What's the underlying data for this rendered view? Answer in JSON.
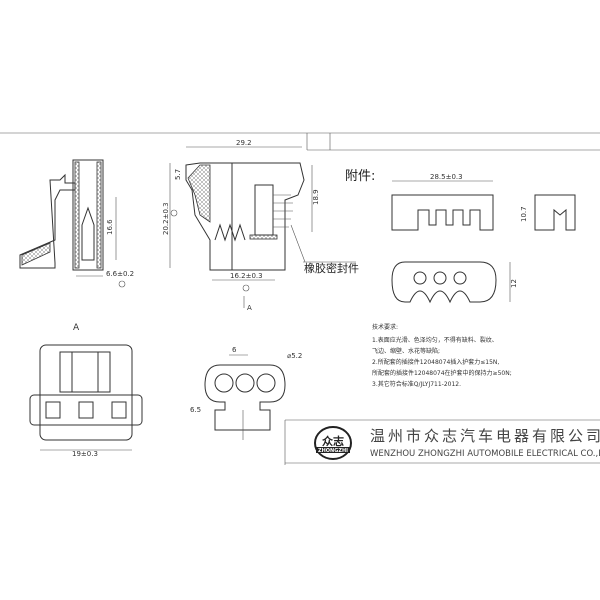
{
  "views": {
    "side": {
      "dim_width": "6.6±0.2",
      "dim_height": "16.6"
    },
    "section": {
      "dim_top": "29.2",
      "dim_small": "5.7",
      "dim_total": "20.2±0.3",
      "dim_right": "18.9",
      "dim_bottom": "16.2±0.3",
      "view_arrow": "A",
      "seal_label": "橡胶密封件"
    },
    "accessory": {
      "title": "附件:",
      "dim_width": "28.5±0.3",
      "dim_height": "10.7",
      "dim_height2": "12"
    },
    "front_a": {
      "label": "A",
      "dim_width": "19±0.3"
    },
    "bottom": {
      "dim_pitch": "6",
      "dim_dia": "⌀5.2",
      "dim_offset": "6.5"
    }
  },
  "tech_requirements": {
    "title": "技术要求:",
    "lines": [
      "1.表面应光滑、色泽均匀，不得有缺料、裂纹、",
      "飞边、缩壁、水花等缺陷;",
      "2.所配套的插接件12048074插入护套力≤15N,",
      "所配套的插接件12048074在护套中的保持力≥50N;",
      "3.其它符合标准Q/JLYJ711-2012."
    ]
  },
  "title_block": {
    "logo_text": "众志",
    "logo_sub": "ZHONGZHI",
    "company_cn": "温州市众志汽车电器有限公司",
    "company_en": "WENZHOU ZHONGZHI AUTOMOBILE ELECTRICAL CO.,Ltd"
  },
  "colors": {
    "line": "#333333",
    "background": "#ffffff"
  }
}
